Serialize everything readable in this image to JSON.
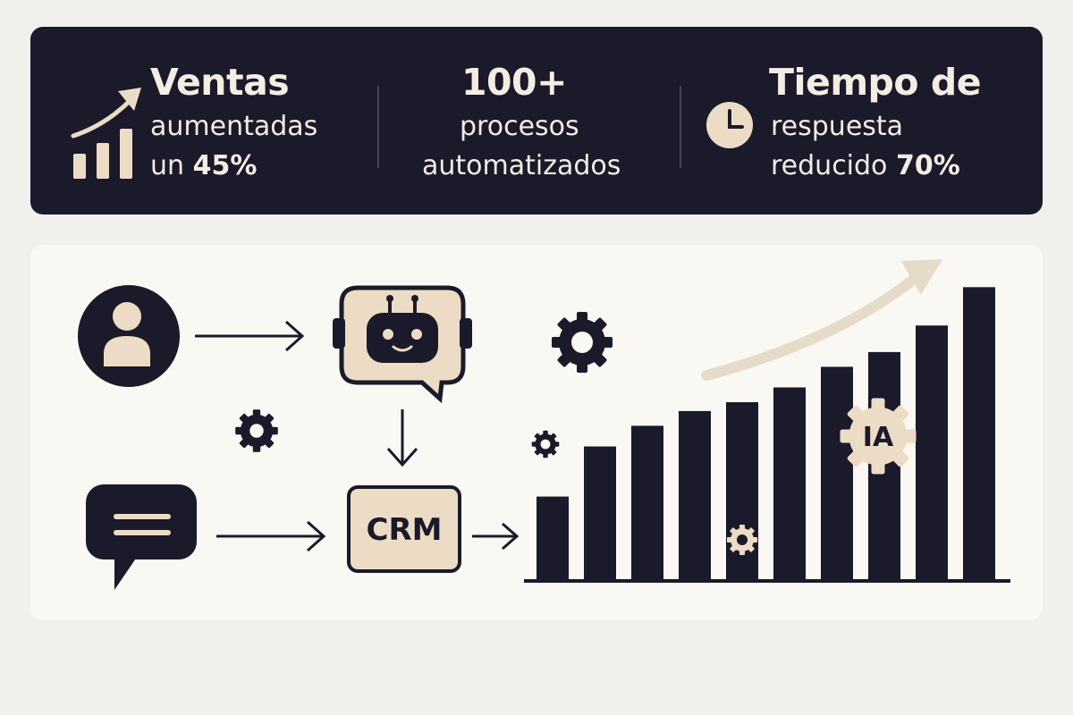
{
  "stats": {
    "sales": {
      "line1": "Ventas",
      "line2": "aumentadas",
      "line3_prefix": "un ",
      "line3_value": "45%",
      "icon": "growth-chart-icon"
    },
    "processes": {
      "line1": "100+",
      "line2": "procesos",
      "line3": "automatizados"
    },
    "response": {
      "line1": "Tiempo de",
      "line2": "respuesta",
      "line3_prefix": "reducido ",
      "line3_value": "70%",
      "icon": "clock-icon"
    }
  },
  "diagram": {
    "crm_label": "CRM",
    "ai_label": "IA",
    "nodes": [
      "user-icon",
      "chatbot-icon",
      "chat-message-icon",
      "crm-box",
      "gear-icon"
    ],
    "chart": {
      "bar_levels": [
        0.28,
        0.45,
        0.52,
        0.57,
        0.6,
        0.65,
        0.72,
        0.77,
        0.86,
        0.99
      ],
      "trend": "increasing"
    }
  },
  "colors": {
    "dark": "#1b1a2a",
    "cream": "#ecdcc5",
    "panel_light": "#faf8f3",
    "background": "#f2f0ec",
    "trend_arrow": "#e6dac8"
  }
}
